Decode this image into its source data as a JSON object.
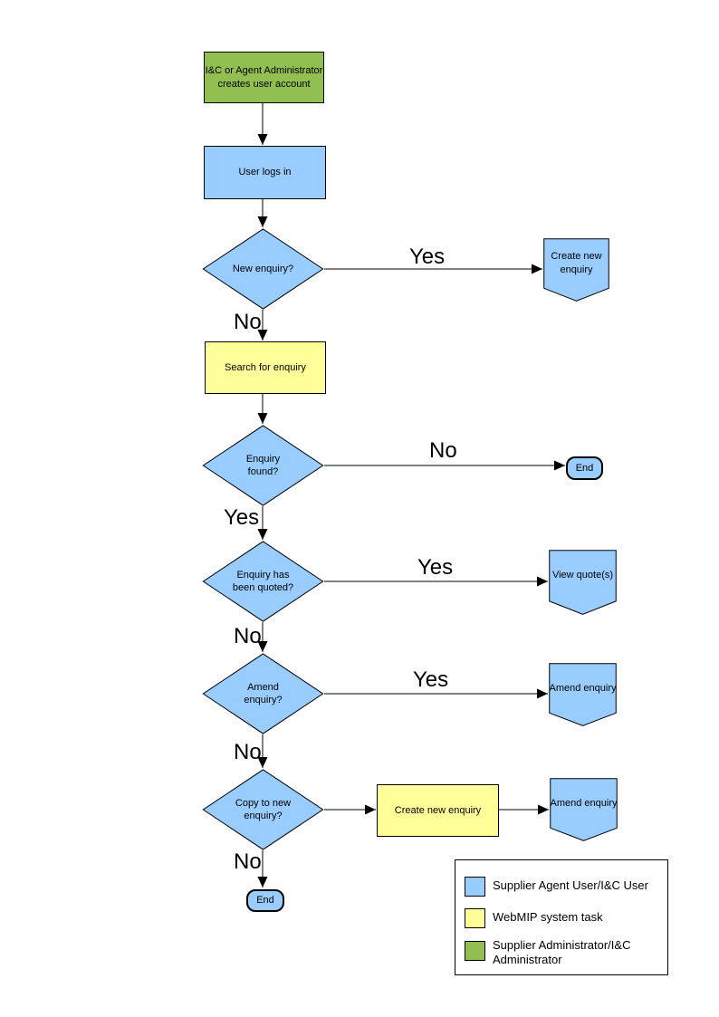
{
  "colors": {
    "actor_blue": "#99CCFF",
    "system_task_yellow": "#FFFF99",
    "admin_green": "#92C050",
    "outline": "#000000",
    "background": "#FFFFFF"
  },
  "nodes": {
    "create_account": "I&C or Agent Administrator\ncreates user account",
    "user_logs_in": "User logs in",
    "new_enquiry": "New enquiry?",
    "create_new_enquiry_action": "Create new\nenquiry",
    "search_for_enquiry": "Search for enquiry",
    "enquiry_found": "Enquiry\nfound?",
    "end_not_found": "End",
    "enquiry_quoted": "Enquiry has\nbeen quoted?",
    "view_quotes": "View quote(s)",
    "amend_enquiry_decision": "Amend\nenquiry?",
    "amend_enquiry_action_1": "Amend enquiry",
    "copy_to_new_enquiry": "Copy to new\nenquiry?",
    "create_new_enquiry_task": "Create new enquiry",
    "amend_enquiry_action_2": "Amend enquiry",
    "end_final": "End"
  },
  "edge_labels": {
    "new_enquiry_yes": "Yes",
    "new_enquiry_no": "No",
    "enquiry_found_no": "No",
    "enquiry_found_yes": "Yes",
    "enquiry_quoted_yes": "Yes",
    "enquiry_quoted_no": "No",
    "amend_enquiry_yes": "Yes",
    "amend_enquiry_no": "No",
    "copy_to_new_no": "No"
  },
  "legend": {
    "items": [
      {
        "swatch_color": "#99CCFF",
        "label": "Supplier Agent User/I&C User"
      },
      {
        "swatch_color": "#FFFF99",
        "label": "WebMIP system task"
      },
      {
        "swatch_color": "#92C050",
        "label": "Supplier Administrator/I&C\nAdministrator"
      }
    ]
  }
}
